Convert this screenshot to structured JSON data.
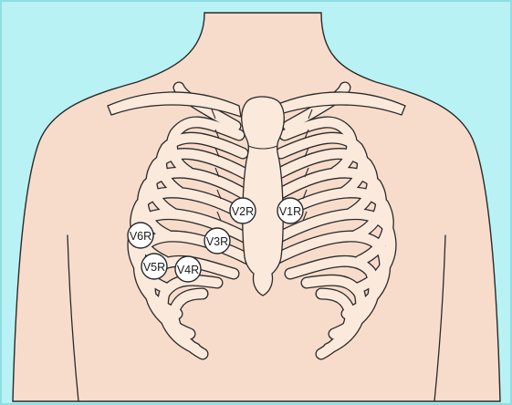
{
  "electrodes": [
    {
      "id": "V1R",
      "label": "V1R"
    },
    {
      "id": "V2R",
      "label": "V2R"
    },
    {
      "id": "V3R",
      "label": "V3R"
    },
    {
      "id": "V4R",
      "label": "V4R"
    },
    {
      "id": "V5R",
      "label": "V5R"
    },
    {
      "id": "V6R",
      "label": "V6R"
    }
  ],
  "colors": {
    "background": "#b8f2f4",
    "frame": "#8edde2",
    "skin": "#f8dccb",
    "bone": "#fbe9dc",
    "outline": "#2a2a2a",
    "electrode_fill": "#ffffff"
  }
}
